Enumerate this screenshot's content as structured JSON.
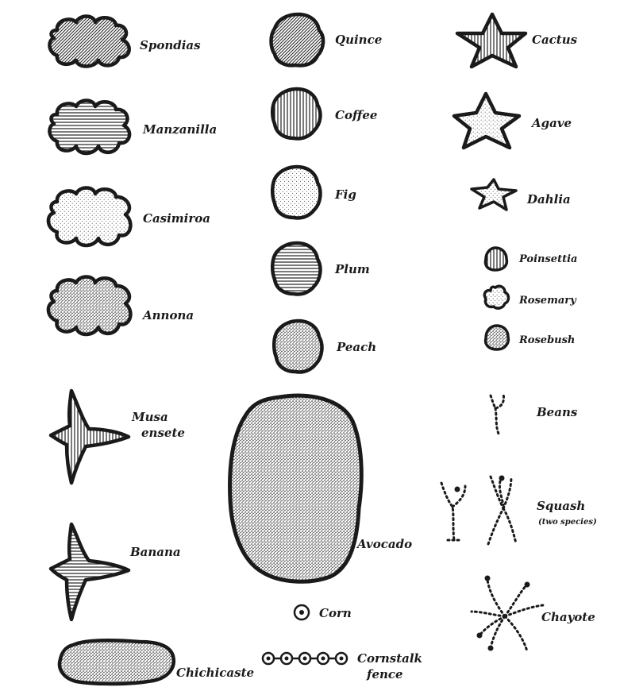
{
  "legend": {
    "spondias": "Spondias",
    "manzanilla": "Manzanilla",
    "casimiroa": "Casimiroa",
    "annona": "Annona",
    "musa_line1": "Musa",
    "musa_line2": "ensete",
    "banana": "Banana",
    "chichicaste": "Chichicaste",
    "quince": "Quince",
    "coffee": "Coffee",
    "fig": "Fig",
    "plum": "Plum",
    "peach": "Peach",
    "avocado": "Avocado",
    "corn": "Corn",
    "cornstalk_line1": "Cornstalk",
    "cornstalk_line2": "fence",
    "cactus": "Cactus",
    "agave": "Agave",
    "dahlia": "Dahlia",
    "poinsettia": "Poinsettia",
    "rosemary": "Rosemary",
    "rosebush": "Rosebush",
    "beans": "Beans",
    "squash_line1": "Squash",
    "squash_line2": "(two species)",
    "chayote": "Chayote"
  }
}
